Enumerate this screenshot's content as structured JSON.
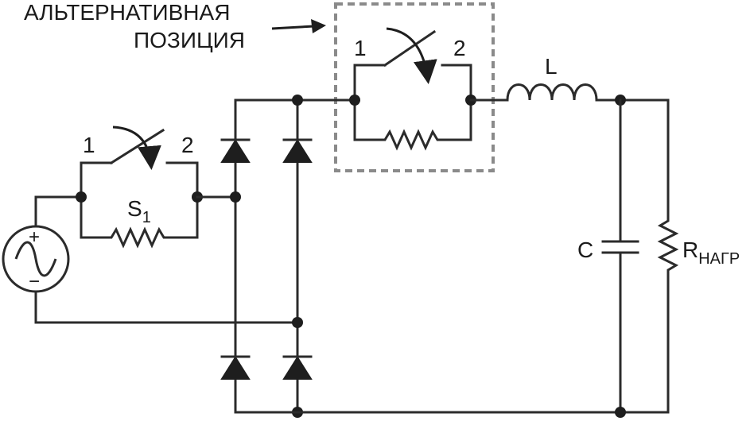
{
  "annotation": {
    "line1": "АЛЬТЕРНАТИВНАЯ",
    "line2": "ПОЗИЦИЯ"
  },
  "labels": {
    "switch_pos1": "1",
    "switch_pos2": "2",
    "alt_pos1": "1",
    "alt_pos2": "2",
    "switch_name": "S",
    "switch_sub": "1",
    "inductor": "L",
    "capacitor": "C",
    "load_name": "R",
    "load_sub": "НАГР",
    "source_plus": "+",
    "source_minus": "−"
  },
  "colors": {
    "wire": "#2b2b2b",
    "dashed_box": "#8a8a8a"
  }
}
